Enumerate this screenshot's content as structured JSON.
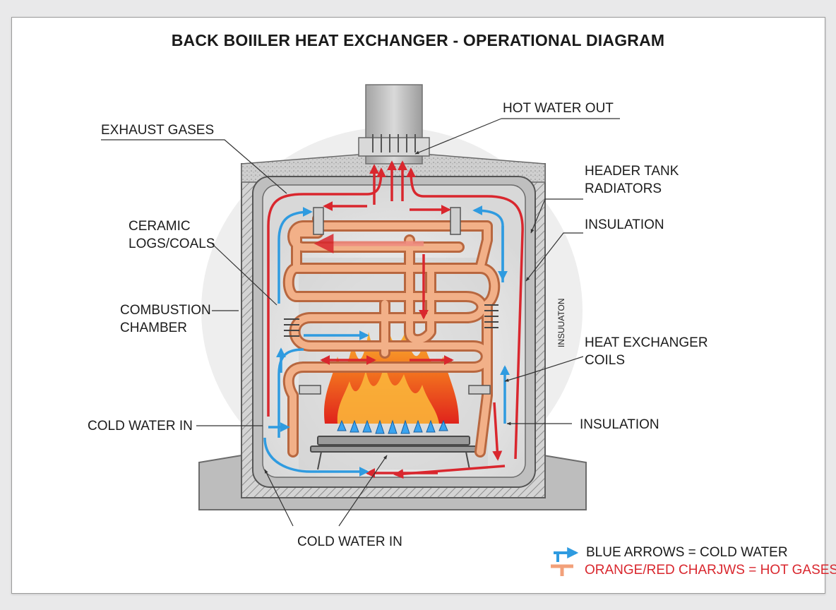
{
  "title": "BACK BOIILER HEAT EXCHANGER - OPERATIONAL DIAGRAM",
  "labels": {
    "hot_water_out": "HOT WATER OUT",
    "exhaust_gases": "EXHAUST GASES",
    "header_tank": "HEADER TANK\nRADIATORS",
    "ceramic_logs": "CERAMIC\nLOGS/COALS",
    "insulation_top": "INSULATION",
    "combustion_chamber": "COMBUSTION\nCHAMBER",
    "insulation_vertical": "INSUUATON",
    "heat_exchanger": "HEAT EXCHANGER\nCOILS",
    "cold_water_in_left": "COLD WATER IN",
    "insulation_bottom": "INSULATION",
    "cold_water_in_bottom": "COLD WATER IN"
  },
  "legend": {
    "blue": "BLUE ARROWS = COLD WATER",
    "orange": "ORANGE/RED CHARJWS = HOT GASES"
  },
  "colors": {
    "cold": "#2f9be0",
    "hot": "#d9272e",
    "pipe": "#e8a27a",
    "pipe_edge": "#b8673f",
    "insulation": "#c4c4c4",
    "chamber": "#d8d8d8"
  }
}
